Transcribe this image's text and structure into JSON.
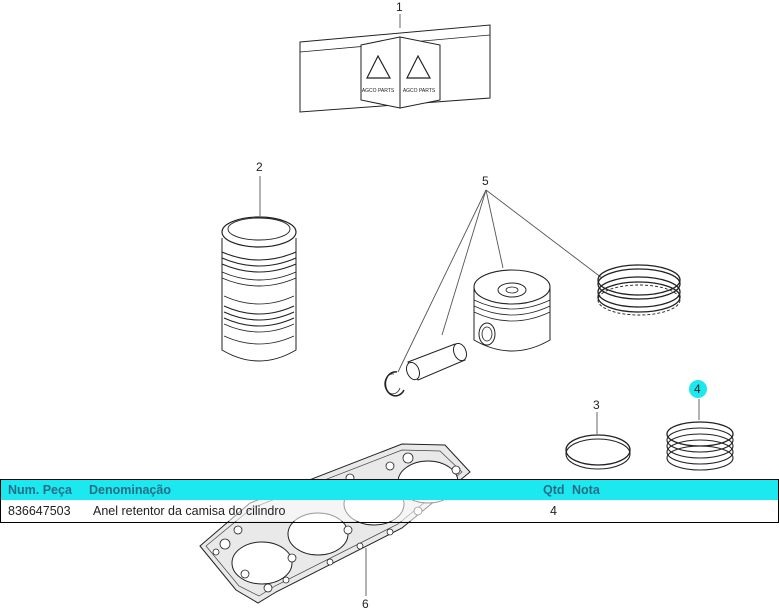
{
  "callouts": {
    "c1": "1",
    "c2": "2",
    "c3": "3",
    "c4": "4",
    "c5": "5",
    "c6": "6"
  },
  "box_brand": {
    "left": "AGCO PARTS",
    "right": "AGCO PARTS"
  },
  "table": {
    "headers": {
      "part_number": "Num. Peça",
      "description": "Denominação",
      "qty": "Qtd",
      "note": "Nota"
    },
    "rows": [
      {
        "part_number": "836647503",
        "description": "Anel retentor da camisa do cilindro",
        "qty": "4",
        "note": ""
      }
    ]
  },
  "colors": {
    "header_bg": "#1ce8f0",
    "header_text": "#2a6c86",
    "highlight_callout": "#1ce8f0"
  }
}
